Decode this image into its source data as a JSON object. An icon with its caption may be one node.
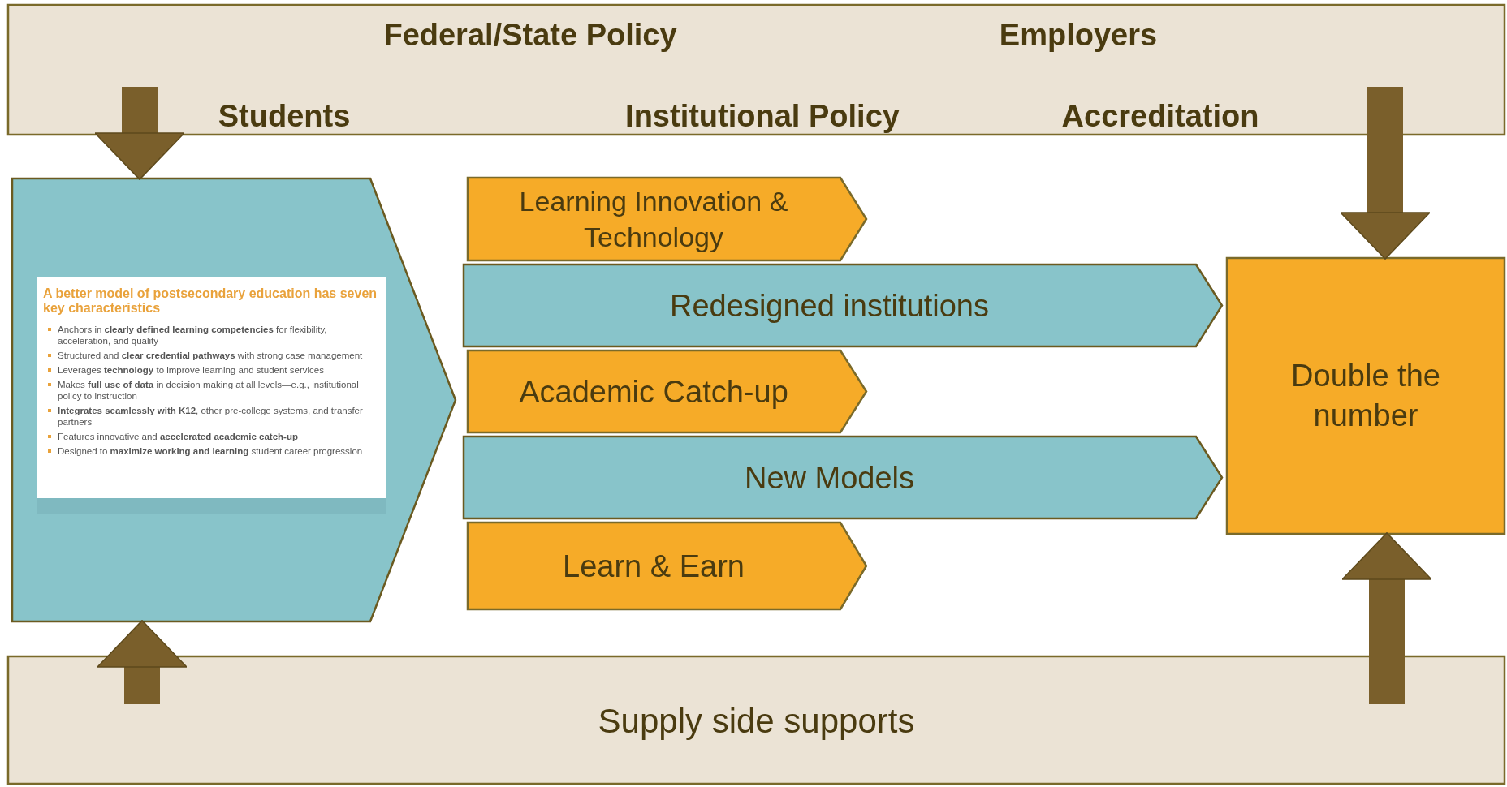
{
  "diagram": {
    "nodes": [
      {
        "text": [
          "Federal/State Policy",
          "Employers",
          "Students",
          "Institutional Policy",
          "Accreditation"
        ]
      },
      {
        "text": [],
        "shape": "chevron"
      },
      {
        "text": [
          "A better model of postsecondary education has seven key characteristics",
          "Anchors in **clearly defined learning competencies** for flexibility, acceleration, and quality",
          "Structured and **clear credential pathways** with strong case management",
          "Leverages **technology** to improve learning and student services",
          "Makes **full use of data** in decision making at all levels—e.g., institutional policy to instruction",
          "**Integrates seamlessly with K12**, other pre-college systems, and transfer partners",
          "Features innovative and **accelerated academic catch-up**",
          "Designed to **maximize working and learning** student career progression"
        ],
        "in": 1
      },
      {
        "text": [
          "Learning Innovation & Technology"
        ]
      },
      {
        "text": [
          "Redesigned institutions"
        ]
      },
      {
        "text": [
          "Academic Catch-up"
        ]
      },
      {
        "text": [
          "New Models"
        ]
      },
      {
        "text": [
          "Learn & Earn"
        ]
      },
      {
        "text": [
          "Double the number"
        ]
      },
      {
        "text": [
          "Supply side supports"
        ]
      }
    ],
    "edges": [
      {
        "from": 0,
        "to": 1,
        "arrow": "to"
      },
      {
        "from": 0,
        "to": 8,
        "arrow": "to"
      },
      {
        "from": 9,
        "to": 1,
        "arrow": "to"
      },
      {
        "from": 9,
        "to": 8,
        "arrow": "to"
      }
    ]
  }
}
